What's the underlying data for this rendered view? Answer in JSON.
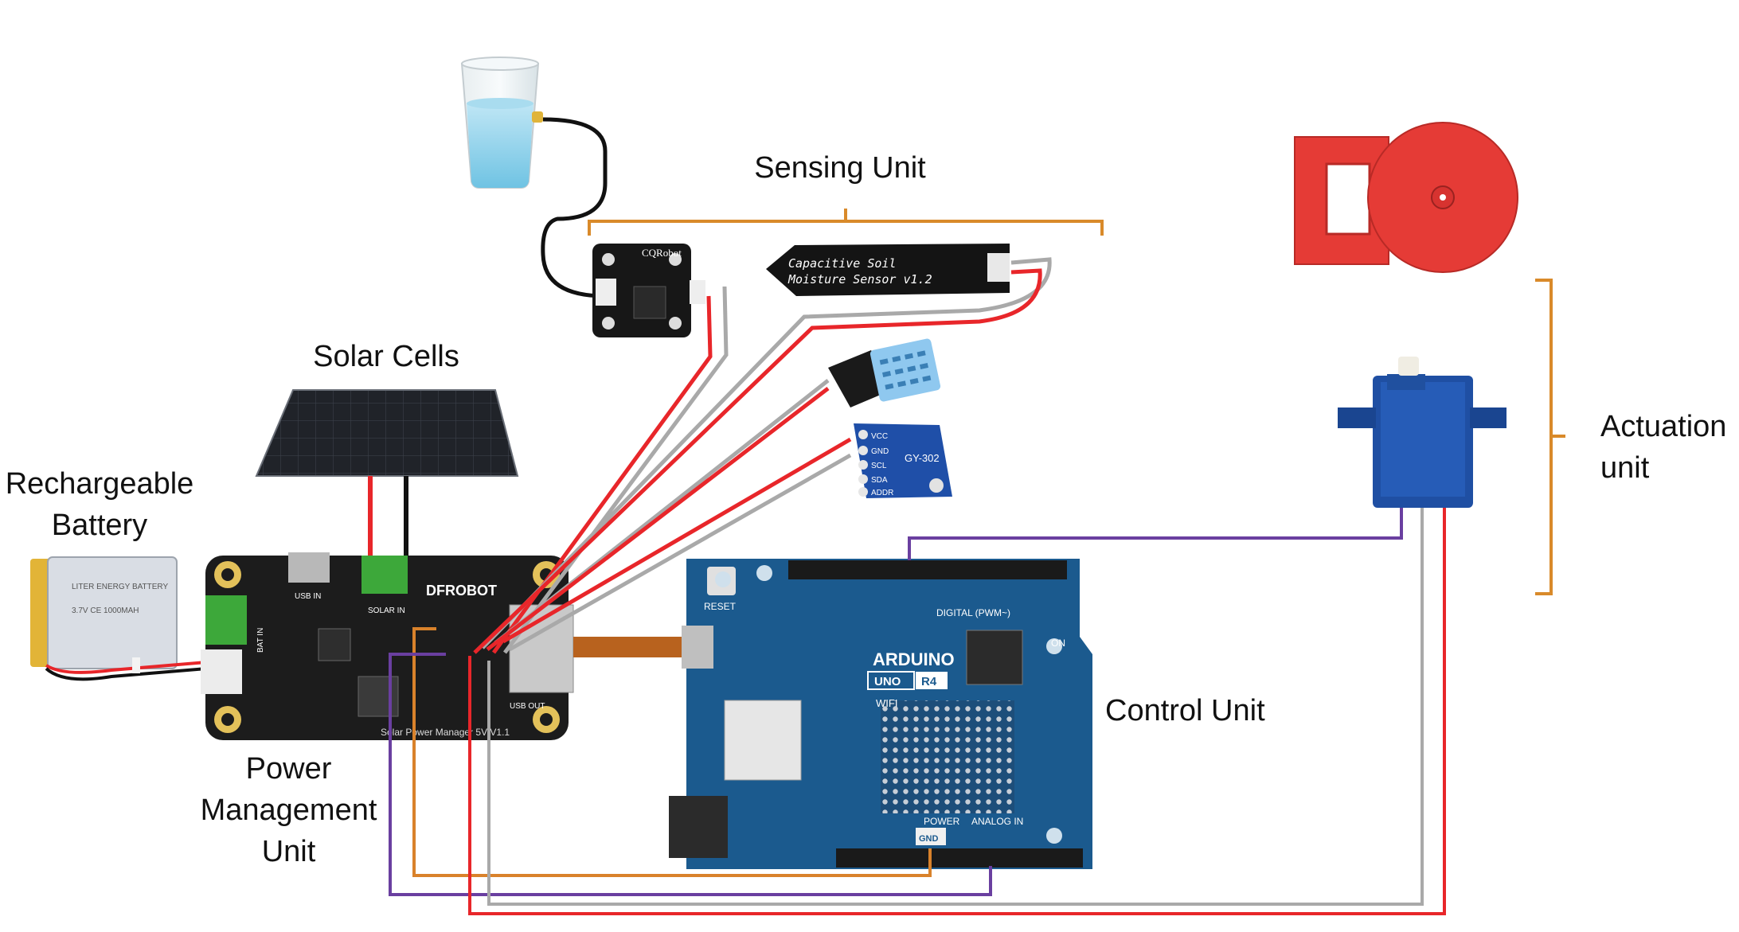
{
  "labels": {
    "battery": "Rechargeable Battery",
    "solar": "Solar Cells",
    "power_unit": "Power Management Unit",
    "sensing": "Sensing Unit",
    "control": "Control Unit",
    "actuation_line1": "Actuation",
    "actuation_line2": "unit"
  },
  "component_text": {
    "battery_print": "LITER ENERGY BATTERY",
    "battery_spec": "3.7V CE 1000MAH",
    "cqrobot": "CQRobot",
    "soil_line1": "Capacitive Soil",
    "soil_line2": "Moisture Sensor v1.2",
    "gy_model": "GY-302",
    "gy_pins": [
      "VCC",
      "GND",
      "SCL",
      "SDA",
      "ADDR"
    ],
    "dfrobot": "DFROBOT",
    "pmu_model": "Solar Power Manager 5V V1.1",
    "pmu_usb_in": "USB IN",
    "pmu_solar_in": "SOLAR IN",
    "pmu_bat_in": "BAT IN",
    "pmu_usb_out": "USB OUT",
    "arduino": "ARDUINO",
    "uno": "UNO",
    "r4": "R4",
    "wifi": "WIFI",
    "digital": "DIGITAL (PWM~)",
    "analog": "ANALOG IN",
    "power": "POWER",
    "reset": "RESET",
    "gnd": "GND",
    "on": "ON"
  },
  "colors": {
    "orange_bracket": "#d98a2a",
    "wire_red": "#e8262a",
    "wire_grey": "#a9a9a9",
    "wire_black": "#111111",
    "wire_orange": "#d9822b",
    "wire_purple": "#6a3fa0",
    "pcb_black": "#1c1c1c",
    "arduino_blue": "#1b5a8e",
    "servo_blue": "#1f4fa3",
    "gear_red": "#e53b36"
  }
}
